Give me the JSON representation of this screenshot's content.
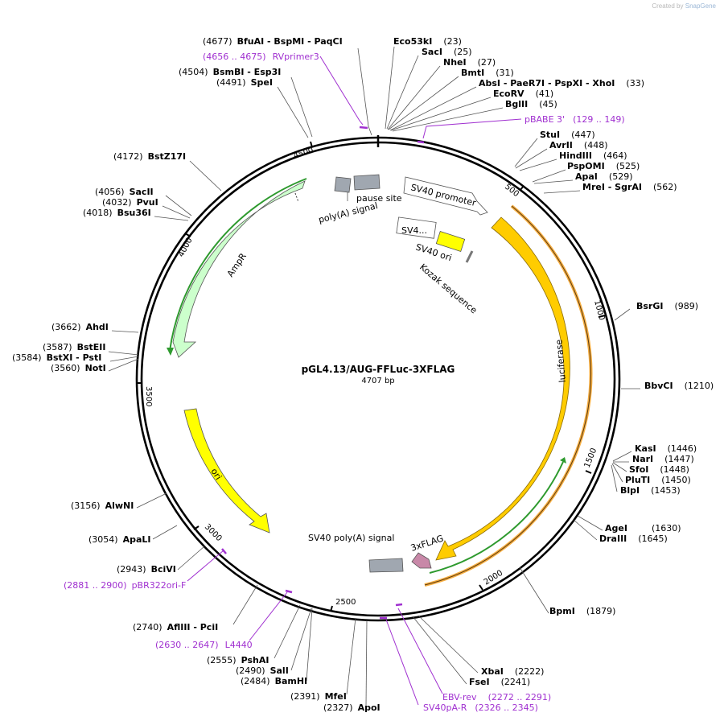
{
  "credit": {
    "prefix": "Created by",
    "brand": "SnapGene"
  },
  "plasmid": {
    "name": "pGL4.13/AUG-FFLuc-3XFLAG",
    "length_label": "4707 bp"
  },
  "ticks": [
    "500",
    "1000",
    "1500",
    "2000",
    "2500",
    "3000",
    "3500",
    "4000",
    "4500"
  ],
  "sites": [
    {
      "name": "BfuAI  -  BspMI  -  PaqCI",
      "pos": "(4677)"
    },
    {
      "name": "BsmBI  -  Esp3I",
      "pos": "(4504)"
    },
    {
      "name": "SpeI",
      "pos": "(4491)"
    },
    {
      "name": "BstZ17I",
      "pos": "(4172)"
    },
    {
      "name": "SacII",
      "pos": "(4056)"
    },
    {
      "name": "PvuI",
      "pos": "(4032)"
    },
    {
      "name": "Bsu36I",
      "pos": "(4018)"
    },
    {
      "name": "AhdI",
      "pos": "(3662)"
    },
    {
      "name": "BstEII",
      "pos": "(3587)"
    },
    {
      "name": "BstXI  -  PstI",
      "pos": "(3584)"
    },
    {
      "name": "NotI",
      "pos": "(3560)"
    },
    {
      "name": "AlwNI",
      "pos": "(3156)"
    },
    {
      "name": "ApaLI",
      "pos": "(3054)"
    },
    {
      "name": "BciVI",
      "pos": "(2943)"
    },
    {
      "name": "AflIII  -  PciI",
      "pos": "(2740)"
    },
    {
      "name": "PshAI",
      "pos": "(2555)"
    },
    {
      "name": "SalI",
      "pos": "(2490)"
    },
    {
      "name": "BamHI",
      "pos": "(2484)"
    },
    {
      "name": "MfeI",
      "pos": "(2391)"
    },
    {
      "name": "ApoI",
      "pos": "(2327)"
    },
    {
      "name": "Eco53kI",
      "pos": "(23)"
    },
    {
      "name": "SacI",
      "pos": "(25)"
    },
    {
      "name": "NheI",
      "pos": "(27)"
    },
    {
      "name": "BmtI",
      "pos": "(31)"
    },
    {
      "name": "AbsI  -  PaeR7I  -  PspXI  -  XhoI",
      "pos": "(33)"
    },
    {
      "name": "EcoRV",
      "pos": "(41)"
    },
    {
      "name": "BglII",
      "pos": "(45)"
    },
    {
      "name": "StuI",
      "pos": "(447)"
    },
    {
      "name": "AvrII",
      "pos": "(448)"
    },
    {
      "name": "HindIII",
      "pos": "(464)"
    },
    {
      "name": "PspOMI",
      "pos": "(525)"
    },
    {
      "name": "ApaI",
      "pos": "(529)"
    },
    {
      "name": "MreI  -  SgrAI",
      "pos": "(562)"
    },
    {
      "name": "BsrGI",
      "pos": "(989)"
    },
    {
      "name": "BbvCI",
      "pos": "(1210)"
    },
    {
      "name": "KasI",
      "pos": "(1446)"
    },
    {
      "name": "NarI",
      "pos": "(1447)"
    },
    {
      "name": "SfoI",
      "pos": "(1448)"
    },
    {
      "name": "PluTI",
      "pos": "(1450)"
    },
    {
      "name": "BlpI",
      "pos": "(1453)"
    },
    {
      "name": "AgeI",
      "pos": "(1630)"
    },
    {
      "name": "DraIII",
      "pos": "(1645)"
    },
    {
      "name": "BpmI",
      "pos": "(1879)"
    },
    {
      "name": "XbaI",
      "pos": "(2222)"
    },
    {
      "name": "FseI",
      "pos": "(2241)"
    }
  ],
  "primers": [
    {
      "range": "(4656 .. 4675)",
      "name": "RVprimer3"
    },
    {
      "range": "(129 .. 149)",
      "name": "pBABE 3'"
    },
    {
      "range": "(2881 .. 2900)",
      "name": "pBR322ori-F"
    },
    {
      "range": "(2630 .. 2647)",
      "name": "L4440"
    },
    {
      "range": "(2272 .. 2291)",
      "name": "EBV-rev"
    },
    {
      "range": "(2326 .. 2345)",
      "name": "SV40pA-R"
    }
  ],
  "features": [
    {
      "name": "AmpR",
      "color": "#ccffcc"
    },
    {
      "name": "ori",
      "color": "#ffff00"
    },
    {
      "name": "luciferase",
      "color": "#ffcc00"
    },
    {
      "name": "SV40 promoter",
      "color": "#ffffff"
    },
    {
      "name": "SV4...",
      "color": "#ffffff"
    },
    {
      "name": "SV40 ori",
      "color": "#ffff00"
    },
    {
      "name": "Kozak sequence",
      "color": "#999999"
    },
    {
      "name": "pause site",
      "color": "#a0a7b0"
    },
    {
      "name": "poly(A) signal",
      "color": "#a0a7b0"
    },
    {
      "name": "SV40 poly(A) signal",
      "color": "#a0a7b0"
    },
    {
      "name": "3xFLAG",
      "color": "#c888a8"
    }
  ]
}
